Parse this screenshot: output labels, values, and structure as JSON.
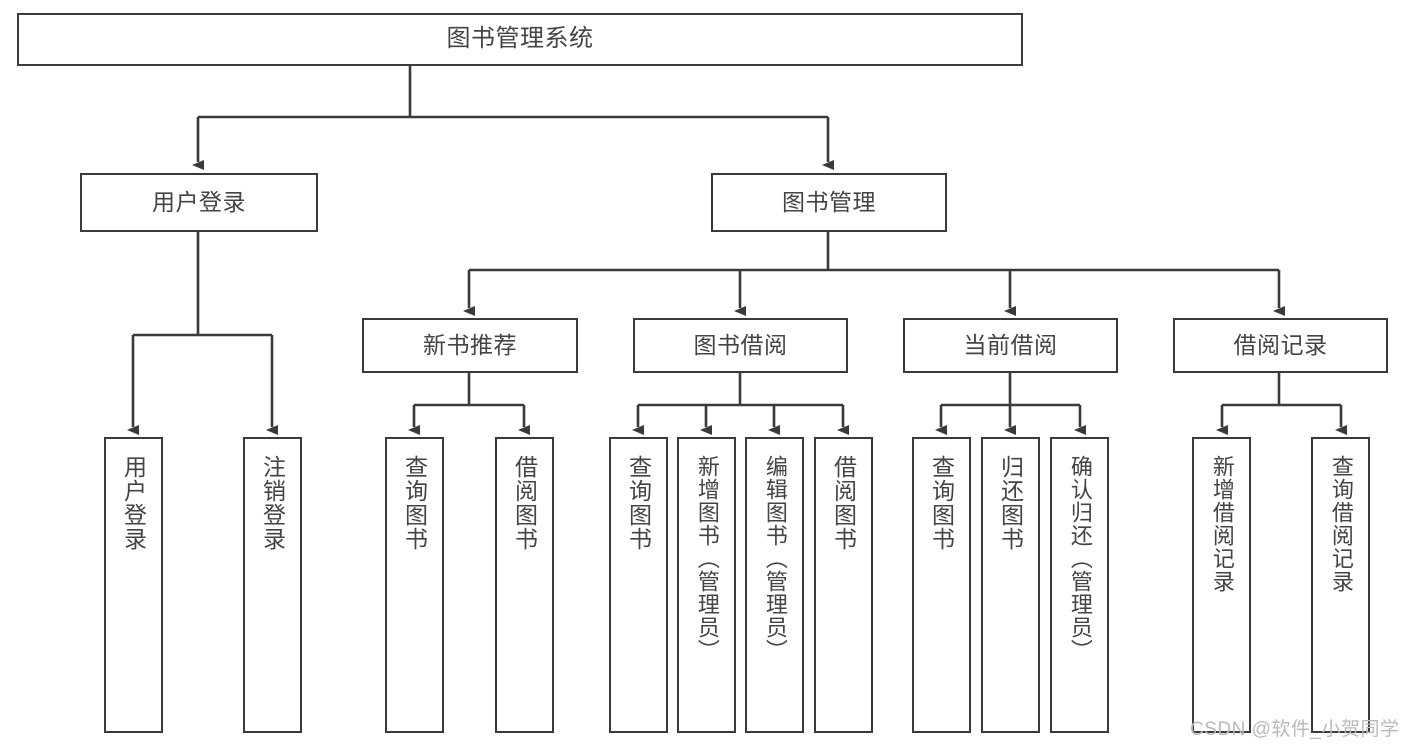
{
  "diagram": {
    "title": "图书管理系统",
    "type": "function-structure-tree",
    "colors": {
      "stroke": "#3a3a3a",
      "fill": "#ffffff",
      "text": "#444444",
      "watermark": "#b9b9b9"
    },
    "root": {
      "label": "图书管理系统"
    },
    "level2": [
      {
        "label": "用户登录"
      },
      {
        "label": "图书管理"
      }
    ],
    "level3": [
      {
        "label": "新书推荐"
      },
      {
        "label": "图书借阅"
      },
      {
        "label": "当前借阅"
      },
      {
        "label": "借阅记录"
      }
    ],
    "leaves": {
      "user_login": [
        {
          "label": "用户登录"
        },
        {
          "label": "注销登录"
        }
      ],
      "new_book_recommend": [
        {
          "label": "查询图书"
        },
        {
          "label": "借阅图书"
        }
      ],
      "book_borrow": [
        {
          "label": "查询图书"
        },
        {
          "label": "新增图书（管理员）"
        },
        {
          "label": "编辑图书（管理员）"
        },
        {
          "label": "借阅图书"
        }
      ],
      "current_borrow": [
        {
          "label": "查询图书"
        },
        {
          "label": "归还图书"
        },
        {
          "label": "确认归还（管理员）"
        }
      ],
      "borrow_record": [
        {
          "label": "新增借阅记录"
        },
        {
          "label": "查询借阅记录"
        }
      ]
    },
    "watermark": "CSDN @软件_小贺同学"
  }
}
